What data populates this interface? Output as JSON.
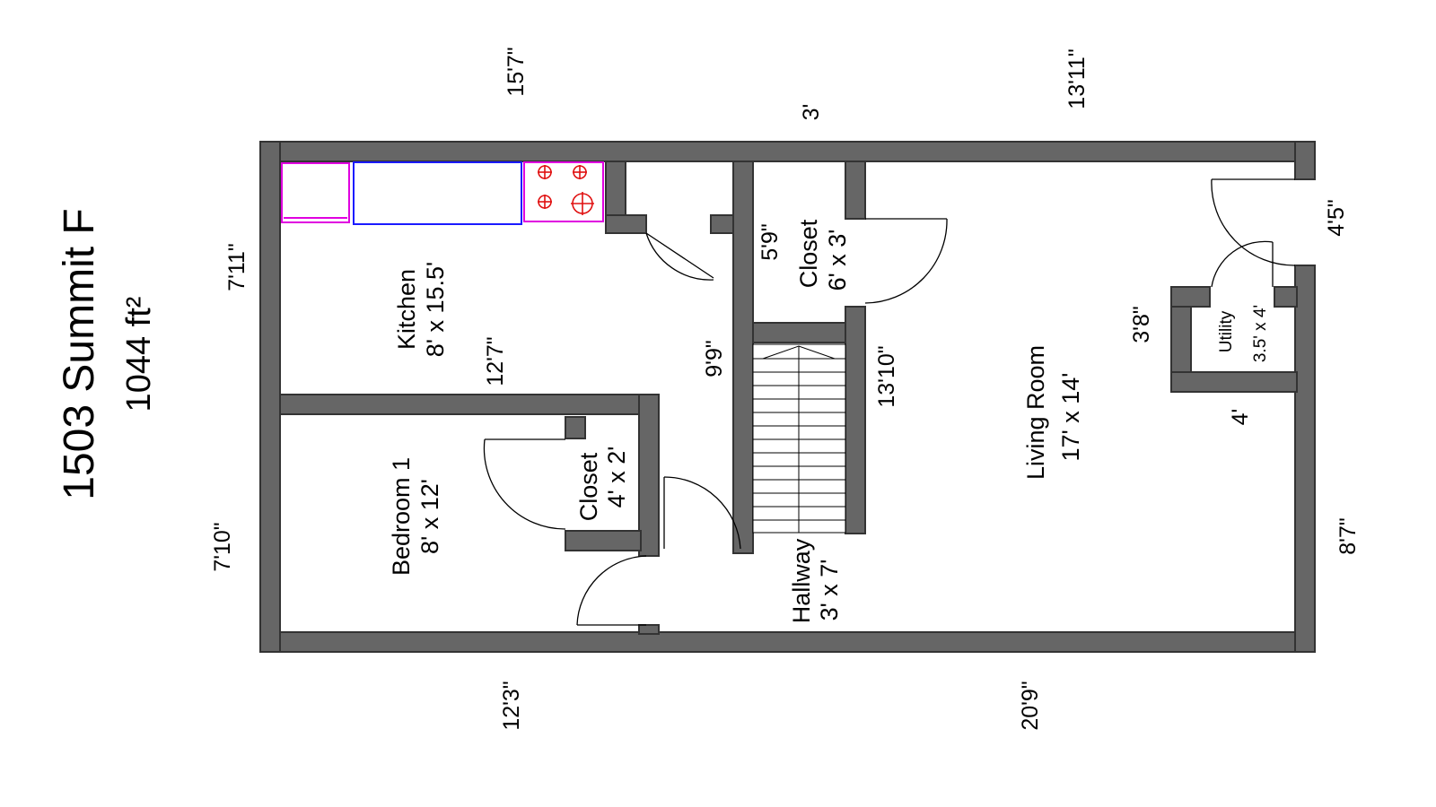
{
  "title": "1503 Summit F",
  "area": "1044 ft²",
  "rooms": {
    "kitchen": {
      "name": "Kitchen",
      "size": "8' x 15.5'"
    },
    "bedroom1": {
      "name": "Bedroom 1",
      "size": "8' x 12'"
    },
    "closet_bedroom": {
      "name": "Closet",
      "size": "4' x 2'"
    },
    "closet_hall": {
      "name": "Closet",
      "size": "6' x 3'"
    },
    "hallway": {
      "name": "Hallway",
      "size": "3' x 7'"
    },
    "living": {
      "name": "Living Room",
      "size": "17' x 14'"
    },
    "utility": {
      "name": "Utility",
      "size": "3.5' x 4'"
    }
  },
  "dimensions": {
    "top_left": "15'7\"",
    "top_mid": "3'",
    "top_right": "13'11\"",
    "left_upper": "7'11\"",
    "left_lower": "7'10\"",
    "bottom_left": "12'3\"",
    "bottom_right": "20'9\"",
    "right_upper": "4'5\"",
    "right_lower": "8'7\"",
    "kitchen_inner": "12'7\"",
    "hall_inner": "9'9\"",
    "closet_inner": "5'9\"",
    "stair_wall": "13'10\"",
    "utility_width": "3'8\"",
    "utility_depth": "4'"
  },
  "colors": {
    "wall": "#666666",
    "cabinet": "#e000e0",
    "counter": "#1a1aff",
    "burner": "#e01010"
  }
}
